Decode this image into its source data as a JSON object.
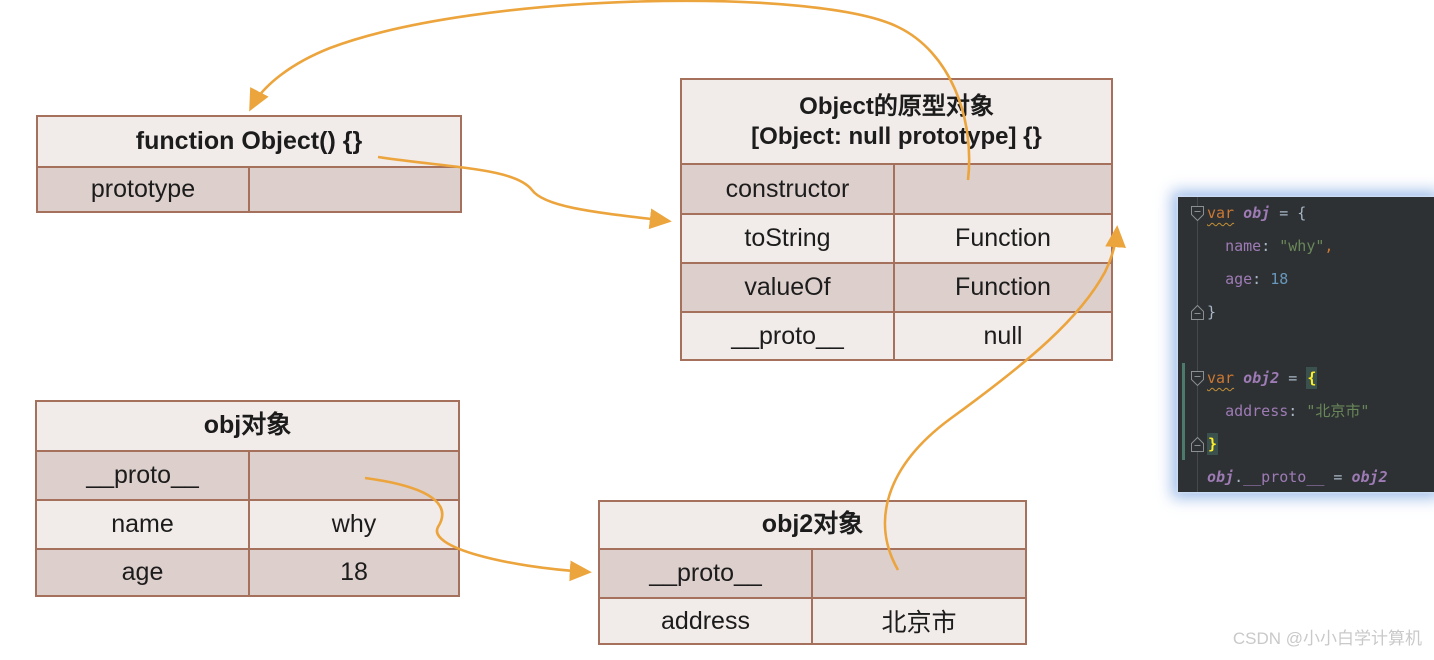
{
  "diagram": {
    "arrow_color": "#eca43d",
    "tables": [
      {
        "title": "function Object() {}",
        "rows": [
          [
            "prototype",
            ""
          ]
        ]
      },
      {
        "title_line1": "Object的原型对象",
        "title_line2": "[Object: null prototype] {}",
        "rows": [
          [
            "constructor",
            ""
          ],
          [
            "toString",
            "Function"
          ],
          [
            "valueOf",
            "Function"
          ],
          [
            "__proto__",
            "null"
          ]
        ]
      },
      {
        "title": "obj对象",
        "rows": [
          [
            "__proto__",
            ""
          ],
          [
            "name",
            "why"
          ],
          [
            "age",
            "18"
          ]
        ]
      },
      {
        "title": "obj2对象",
        "rows": [
          [
            "__proto__",
            ""
          ],
          [
            "address",
            "北京市"
          ]
        ]
      }
    ]
  },
  "code": {
    "lines": [
      [
        "var",
        " ",
        "obj",
        " = {"
      ],
      [
        "  ",
        "name",
        ": ",
        "\"why\"",
        ","
      ],
      [
        "  ",
        "age",
        ": ",
        "18"
      ],
      [
        "}"
      ],
      [
        ""
      ],
      [
        "var",
        " ",
        "obj2",
        " = ",
        "{"
      ],
      [
        "  ",
        "address",
        ": ",
        "\"北京市\""
      ],
      [
        "}"
      ],
      [
        "obj",
        ".",
        "__proto__",
        " = ",
        "obj2"
      ]
    ]
  },
  "watermark": "CSDN @小小白学计算机"
}
